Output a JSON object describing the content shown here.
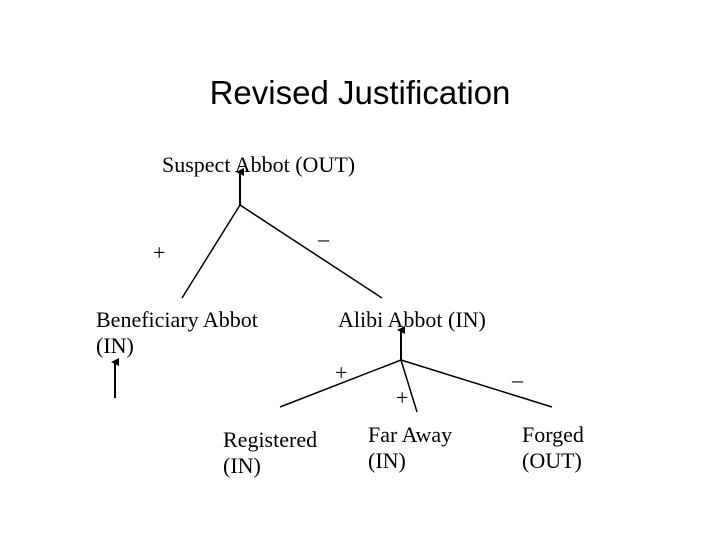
{
  "title": "Revised Justification",
  "nodes": {
    "suspect": "Suspect Abbot (OUT)",
    "beneficiary_line1": "Beneficiary Abbot",
    "beneficiary_line2": "(IN)",
    "alibi": "Alibi Abbot (IN)",
    "registered_line1": "Registered",
    "registered_line2": "(IN)",
    "far_away_line1": "Far Away",
    "far_away_line2": "(IN)",
    "forged_line1": "Forged",
    "forged_line2": "(OUT)"
  },
  "signs": {
    "suspect_plus": "+",
    "suspect_minus": "–",
    "alibi_plus_left": "+",
    "alibi_plus_mid": "+",
    "alibi_minus": "–"
  }
}
